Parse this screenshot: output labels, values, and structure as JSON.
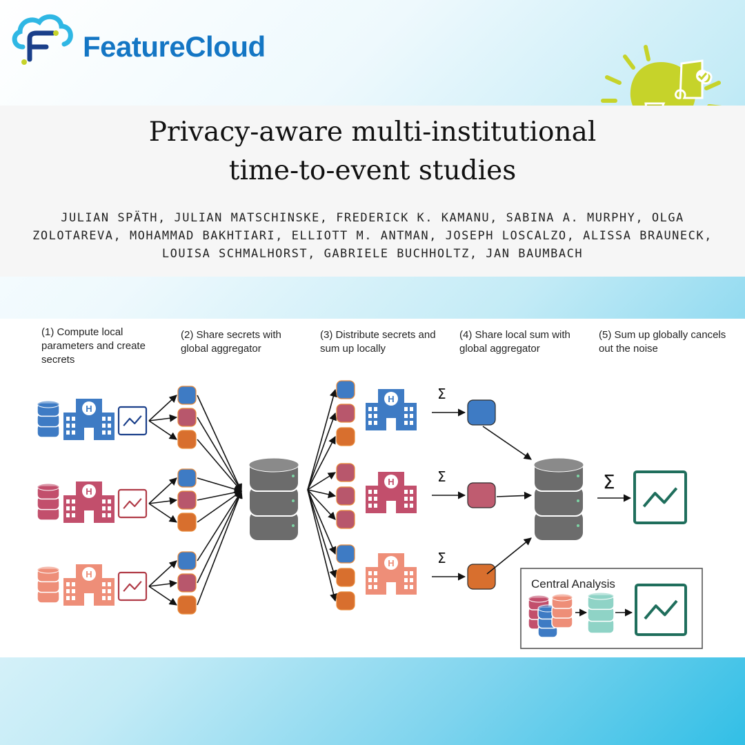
{
  "brand": {
    "name": "FeatureCloud",
    "colors": {
      "primary": "#1476c4",
      "accent": "#c6d32a",
      "teal": "#1f6e5c"
    }
  },
  "title": {
    "line1": "Privacy-aware multi-institutional",
    "line2": "time-to-event studies"
  },
  "authors": "JULIAN SPÄTH, JULIAN MATSCHINSKE, FREDERICK K. KAMANU, SABINA A. MURPHY, OLGA ZOLOTAREVA, MOHAMMAD BAKHTIARI, ELLIOTT M. ANTMAN, JOSEPH LOSCALZO, ALISSA BRAUNECK, LOUISA SCHMALHORST, GABRIELE BUCHHOLTZ, JAN BAUMBACH",
  "diagram": {
    "steps": [
      "(1) Compute local parameters and create secrets",
      "(2) Share secrets with global aggregator",
      "(3) Distribute secrets and sum up locally",
      "(4) Share local sum with global aggregator",
      "(5) Sum up globally cancels out the noise"
    ],
    "sigma": "Σ",
    "hospital_letter": "H",
    "central_analysis": "Central Analysis",
    "institution_colors": [
      "#3e7bc4",
      "#c24f6c",
      "#ee8e78"
    ],
    "secret_colors": [
      "#3e7bc4",
      "#b8576c",
      "#d86f2e"
    ]
  }
}
